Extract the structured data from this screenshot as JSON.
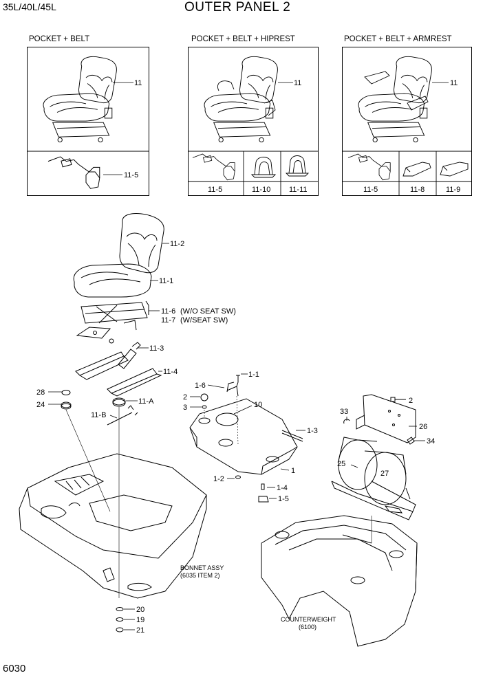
{
  "header": {
    "models": "35L/40L/45L",
    "title": "OUTER PANEL 2"
  },
  "page_number": "6030",
  "options": [
    {
      "title": "POCKET + BELT",
      "seat_ref": "11",
      "parts": [
        "11-5"
      ]
    },
    {
      "title": "POCKET + BELT + HIPREST",
      "seat_ref": "11",
      "parts": [
        "11-5",
        "11-10",
        "11-11"
      ]
    },
    {
      "title": "POCKET + BELT + ARMREST",
      "seat_ref": "11",
      "parts": [
        "11-5",
        "11-8",
        "11-9"
      ]
    }
  ],
  "callouts": {
    "c11_2": "11-2",
    "c11_1": "11-1",
    "c11_6": "11-6",
    "c11_6_note": "(W/O SEAT SW)",
    "c11_7": "11-7",
    "c11_7_note": "(W/SEAT SW)",
    "c11_3": "11-3",
    "c11_4": "11-4",
    "c11_A": "11-A",
    "c11_B": "11-B",
    "c28": "28",
    "c24": "24",
    "c1_1": "1-1",
    "c1_6": "1-6",
    "c2a": "2",
    "c3": "3",
    "c10": "10",
    "c1_3": "1-3",
    "c1": "1",
    "c1_2": "1-2",
    "c1_4": "1-4",
    "c1_5": "1-5",
    "c2b": "2",
    "c33": "33",
    "c26": "26",
    "c34": "34",
    "c25": "25",
    "c27": "27",
    "c20": "20",
    "c19": "19",
    "c21": "21"
  },
  "assemblies": {
    "bonnet_line1": "BONNET ASSY",
    "bonnet_line2": "(6035 ITEM 2)",
    "cw_line1": "COUNTERWEIGHT",
    "cw_line2": "(6100)"
  }
}
